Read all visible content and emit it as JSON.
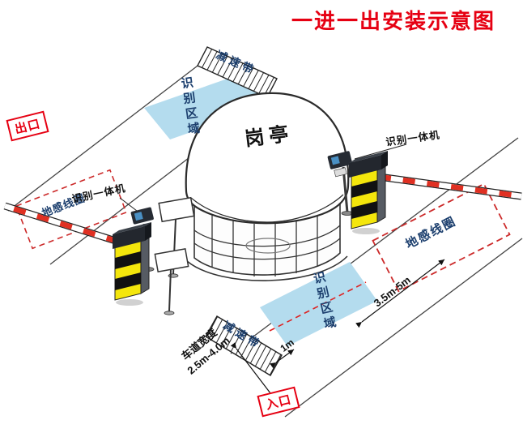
{
  "title": "一进一出安装示意图",
  "labels": {
    "exit": "出口",
    "entrance": "入口",
    "booth": "岗亭",
    "recognition_area": "识别区域",
    "speed_bump": "减速带",
    "ground_coil": "地感线圈",
    "recognition_machine": "识别一体机"
  },
  "dimensions": {
    "area_to_coil": "3.5m-5m",
    "bump_to_area": "1m",
    "lane_width_label": "车道宽度",
    "lane_width_value": "2.5m-4.0m"
  },
  "colors": {
    "accent_red": "#e60012",
    "label_navy": "#1c3f6e",
    "area_blue": "#b4dcee",
    "coil_dash_red": "#cc2a2a",
    "barrier_yellow": "#f4e60c",
    "arm_red": "#e03022"
  }
}
